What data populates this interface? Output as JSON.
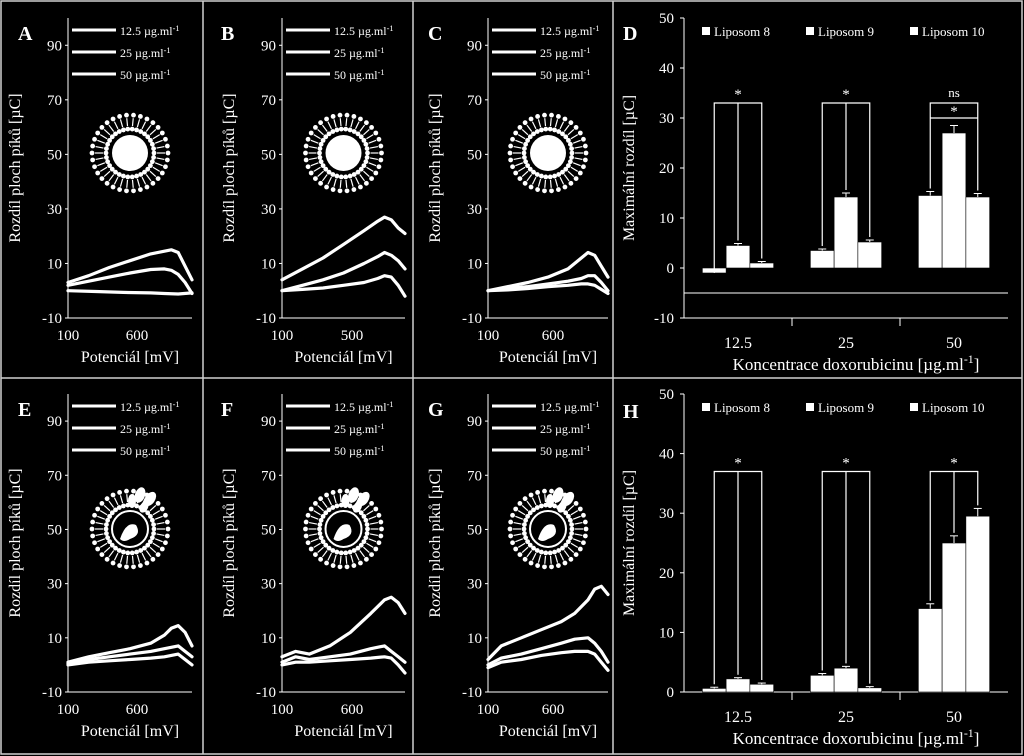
{
  "chart_data": [
    {
      "panel": "A",
      "type": "line",
      "ylabel": "Rozdíl ploch píků [µC]",
      "xlabel": "Potenciál [mV]",
      "yticks": [
        "90",
        "70",
        "50",
        "30",
        "10",
        "-10"
      ],
      "xticks": [
        "100",
        "600"
      ],
      "ylim": [
        -10,
        100
      ],
      "xlim": [
        100,
        1000
      ],
      "legend": [
        "12.5 µg.ml-1",
        "25 µg.ml-1",
        "50 µg.ml-1"
      ],
      "icon": "liposome-plain-icon",
      "series": [
        {
          "x": [
            100,
            250,
            400,
            550,
            700,
            800,
            850,
            900,
            950,
            1000
          ],
          "y": [
            3,
            5.5,
            8.5,
            11,
            13.5,
            14.5,
            15,
            14,
            9,
            4
          ]
        },
        {
          "x": [
            100,
            250,
            400,
            550,
            700,
            800,
            850,
            900,
            950,
            1000
          ],
          "y": [
            2,
            3.5,
            5,
            6.5,
            7.8,
            8,
            7.5,
            6,
            3,
            -1
          ]
        },
        {
          "x": [
            100,
            300,
            500,
            700,
            800,
            900,
            1000
          ],
          "y": [
            0,
            -0.3,
            -0.6,
            -0.8,
            -1,
            -1.2,
            -0.8
          ]
        }
      ]
    },
    {
      "panel": "B",
      "type": "line",
      "ylabel": "Rozdíl ploch píků [µC]",
      "xlabel": "Potenciál [mV]",
      "yticks": [
        "90",
        "70",
        "50",
        "30",
        "10",
        "-10"
      ],
      "xticks": [
        "100",
        "500"
      ],
      "ylim": [
        -10,
        100
      ],
      "xlim": [
        100,
        1000
      ],
      "legend": [
        "12.5 µg.ml-1",
        "25 µg.ml-1",
        "50 µg.ml-1"
      ],
      "icon": "liposome-plain-icon",
      "series": [
        {
          "x": [
            100,
            250,
            400,
            550,
            700,
            800,
            850,
            900,
            950,
            1000
          ],
          "y": [
            4,
            8,
            12,
            17,
            22,
            25.5,
            27,
            26,
            23,
            21
          ]
        },
        {
          "x": [
            100,
            250,
            400,
            550,
            700,
            800,
            850,
            900,
            950,
            1000
          ],
          "y": [
            0,
            2,
            4,
            6.5,
            10,
            12.5,
            14,
            13,
            11,
            8
          ]
        },
        {
          "x": [
            100,
            250,
            400,
            550,
            700,
            800,
            850,
            900,
            950,
            1000
          ],
          "y": [
            0,
            0.5,
            1,
            2,
            3,
            4.5,
            5.5,
            5,
            2,
            -2
          ]
        }
      ]
    },
    {
      "panel": "C",
      "type": "line",
      "ylabel": "Rozdíl ploch píků [µC]",
      "xlabel": "Potenciál [mV]",
      "yticks": [
        "90",
        "70",
        "50",
        "30",
        "10",
        "-10"
      ],
      "xticks": [
        "100",
        "600"
      ],
      "ylim": [
        -10,
        100
      ],
      "xlim": [
        100,
        1000
      ],
      "legend": [
        "12.5 µg.ml-1",
        "25 µg.ml-1",
        "50 µg.ml-1"
      ],
      "icon": "liposome-plain-icon",
      "series": [
        {
          "x": [
            100,
            250,
            400,
            550,
            700,
            800,
            850,
            900,
            950,
            1000
          ],
          "y": [
            0,
            1.5,
            3,
            5,
            8,
            12,
            14,
            13,
            9,
            5
          ]
        },
        {
          "x": [
            100,
            250,
            400,
            550,
            700,
            800,
            850,
            900,
            950,
            1000
          ],
          "y": [
            0,
            0.8,
            1.5,
            2.5,
            3.5,
            4.5,
            5.5,
            5.5,
            3,
            0
          ]
        },
        {
          "x": [
            100,
            250,
            400,
            550,
            700,
            800,
            850,
            900,
            950,
            1000
          ],
          "y": [
            0,
            0.3,
            0.8,
            1.5,
            2,
            2.5,
            2.5,
            2,
            0.5,
            -1
          ]
        }
      ]
    },
    {
      "panel": "D",
      "type": "bar",
      "ylabel": "Maximální rozdíl [µC]",
      "xlabel": "Koncentrace doxorubicinu [µg.ml-1]",
      "yticks": [
        "50",
        "40",
        "30",
        "20",
        "10",
        "0",
        "-10"
      ],
      "ylim": [
        -10,
        50
      ],
      "categories": [
        "12.5",
        "25",
        "50"
      ],
      "series": [
        {
          "name": "Liposom 8",
          "values": [
            -1,
            3.5,
            14.5
          ],
          "errors": [
            0.3,
            0.3,
            0.8
          ]
        },
        {
          "name": "Liposom 9",
          "values": [
            4.5,
            14.2,
            27
          ],
          "errors": [
            0.4,
            0.8,
            1.5
          ]
        },
        {
          "name": "Liposom 10",
          "values": [
            1,
            5.2,
            14.2
          ],
          "errors": [
            0.3,
            0.4,
            0.7
          ]
        }
      ],
      "annotations": [
        [
          "*"
        ],
        [
          "*"
        ],
        [
          "*",
          "ns"
        ]
      ]
    },
    {
      "panel": "E",
      "type": "line",
      "ylabel": "Rozdíl ploch píků [µC]",
      "xlabel": "Potenciál [mV]",
      "yticks": [
        "90",
        "70",
        "50",
        "30",
        "10",
        "-10"
      ],
      "xticks": [
        "100",
        "600"
      ],
      "ylim": [
        -10,
        100
      ],
      "xlim": [
        100,
        1000
      ],
      "legend": [
        "12.5 µg.ml-1",
        "25 µg.ml-1",
        "50 µg.ml-1"
      ],
      "icon": "liposome-loaded-icon",
      "series": [
        {
          "x": [
            100,
            250,
            400,
            550,
            700,
            800,
            850,
            900,
            950,
            1000
          ],
          "y": [
            1,
            3,
            4.5,
            6,
            8,
            11,
            13.5,
            14.5,
            12,
            7
          ]
        },
        {
          "x": [
            100,
            250,
            400,
            550,
            700,
            800,
            850,
            900,
            950,
            1000
          ],
          "y": [
            0.5,
            2,
            3,
            4,
            5,
            6,
            6.5,
            7,
            5,
            3
          ]
        },
        {
          "x": [
            100,
            250,
            400,
            550,
            700,
            800,
            850,
            900,
            950,
            1000
          ],
          "y": [
            0,
            1,
            1.5,
            2,
            2.5,
            3,
            3.5,
            4,
            2,
            0
          ]
        }
      ]
    },
    {
      "panel": "F",
      "type": "line",
      "ylabel": "Rozdíl ploch píků [µC]",
      "xlabel": "Potenciál [mV]",
      "yticks": [
        "90",
        "70",
        "50",
        "30",
        "10",
        "-10"
      ],
      "xticks": [
        "100",
        "600"
      ],
      "ylim": [
        -10,
        100
      ],
      "xlim": [
        100,
        1000
      ],
      "legend": [
        "12.5 µg.ml-1",
        "25 µg.ml-1",
        "50 µg.ml-1"
      ],
      "icon": "liposome-loaded-icon",
      "series": [
        {
          "x": [
            100,
            200,
            300,
            450,
            600,
            750,
            850,
            900,
            950,
            1000
          ],
          "y": [
            3,
            5,
            4,
            7,
            12,
            19,
            24,
            25,
            23,
            19
          ]
        },
        {
          "x": [
            100,
            200,
            300,
            450,
            600,
            750,
            850,
            900,
            950,
            1000
          ],
          "y": [
            1,
            3,
            2,
            3,
            4,
            6,
            7,
            5,
            3,
            1
          ]
        },
        {
          "x": [
            100,
            200,
            300,
            450,
            600,
            750,
            850,
            900,
            950,
            1000
          ],
          "y": [
            0,
            1,
            1,
            1.5,
            2,
            2.5,
            3,
            2.5,
            0,
            -3
          ]
        }
      ]
    },
    {
      "panel": "G",
      "type": "line",
      "ylabel": "Rozdíl ploch píků [µC]",
      "xlabel": "Potenciál [mV]",
      "yticks": [
        "90",
        "70",
        "50",
        "30",
        "10",
        "-10"
      ],
      "xticks": [
        "100",
        "600"
      ],
      "ylim": [
        -10,
        100
      ],
      "xlim": [
        100,
        1000
      ],
      "legend": [
        "12.5 µg.ml-1",
        "25 µg.ml-1",
        "50 µg.ml-1"
      ],
      "icon": "liposome-loaded-icon",
      "series": [
        {
          "x": [
            100,
            200,
            350,
            500,
            650,
            750,
            850,
            900,
            950,
            1000
          ],
          "y": [
            2,
            7,
            10,
            13,
            16,
            19,
            24,
            28,
            29,
            26
          ]
        },
        {
          "x": [
            100,
            200,
            350,
            500,
            650,
            750,
            850,
            900,
            950,
            1000
          ],
          "y": [
            0,
            2.5,
            4,
            6,
            8,
            9.5,
            10,
            8,
            5,
            1
          ]
        },
        {
          "x": [
            100,
            200,
            350,
            500,
            650,
            750,
            850,
            900,
            950,
            1000
          ],
          "y": [
            -1,
            1,
            2,
            3.5,
            4.5,
            5,
            5,
            4,
            1,
            -2
          ]
        }
      ]
    },
    {
      "panel": "H",
      "type": "bar",
      "ylabel": "Maximální rozdíl [µC]",
      "xlabel": "Koncentrace doxorubicinu [µg.ml-1]",
      "yticks": [
        "50",
        "40",
        "30",
        "20",
        "10",
        "0"
      ],
      "ylim": [
        0,
        50
      ],
      "categories": [
        "12.5",
        "25",
        "50"
      ],
      "series": [
        {
          "name": "Liposom 8",
          "values": [
            0.6,
            2.8,
            14
          ],
          "errors": [
            0.2,
            0.3,
            0.8
          ]
        },
        {
          "name": "Liposom 9",
          "values": [
            2.2,
            4,
            25
          ],
          "errors": [
            0.2,
            0.3,
            1.2
          ]
        },
        {
          "name": "Liposom 10",
          "values": [
            1.3,
            0.7,
            29.5
          ],
          "errors": [
            0.2,
            0.2,
            1.3
          ]
        }
      ],
      "annotations": [
        [
          "*"
        ],
        [
          "*"
        ],
        [
          "*"
        ]
      ]
    }
  ]
}
